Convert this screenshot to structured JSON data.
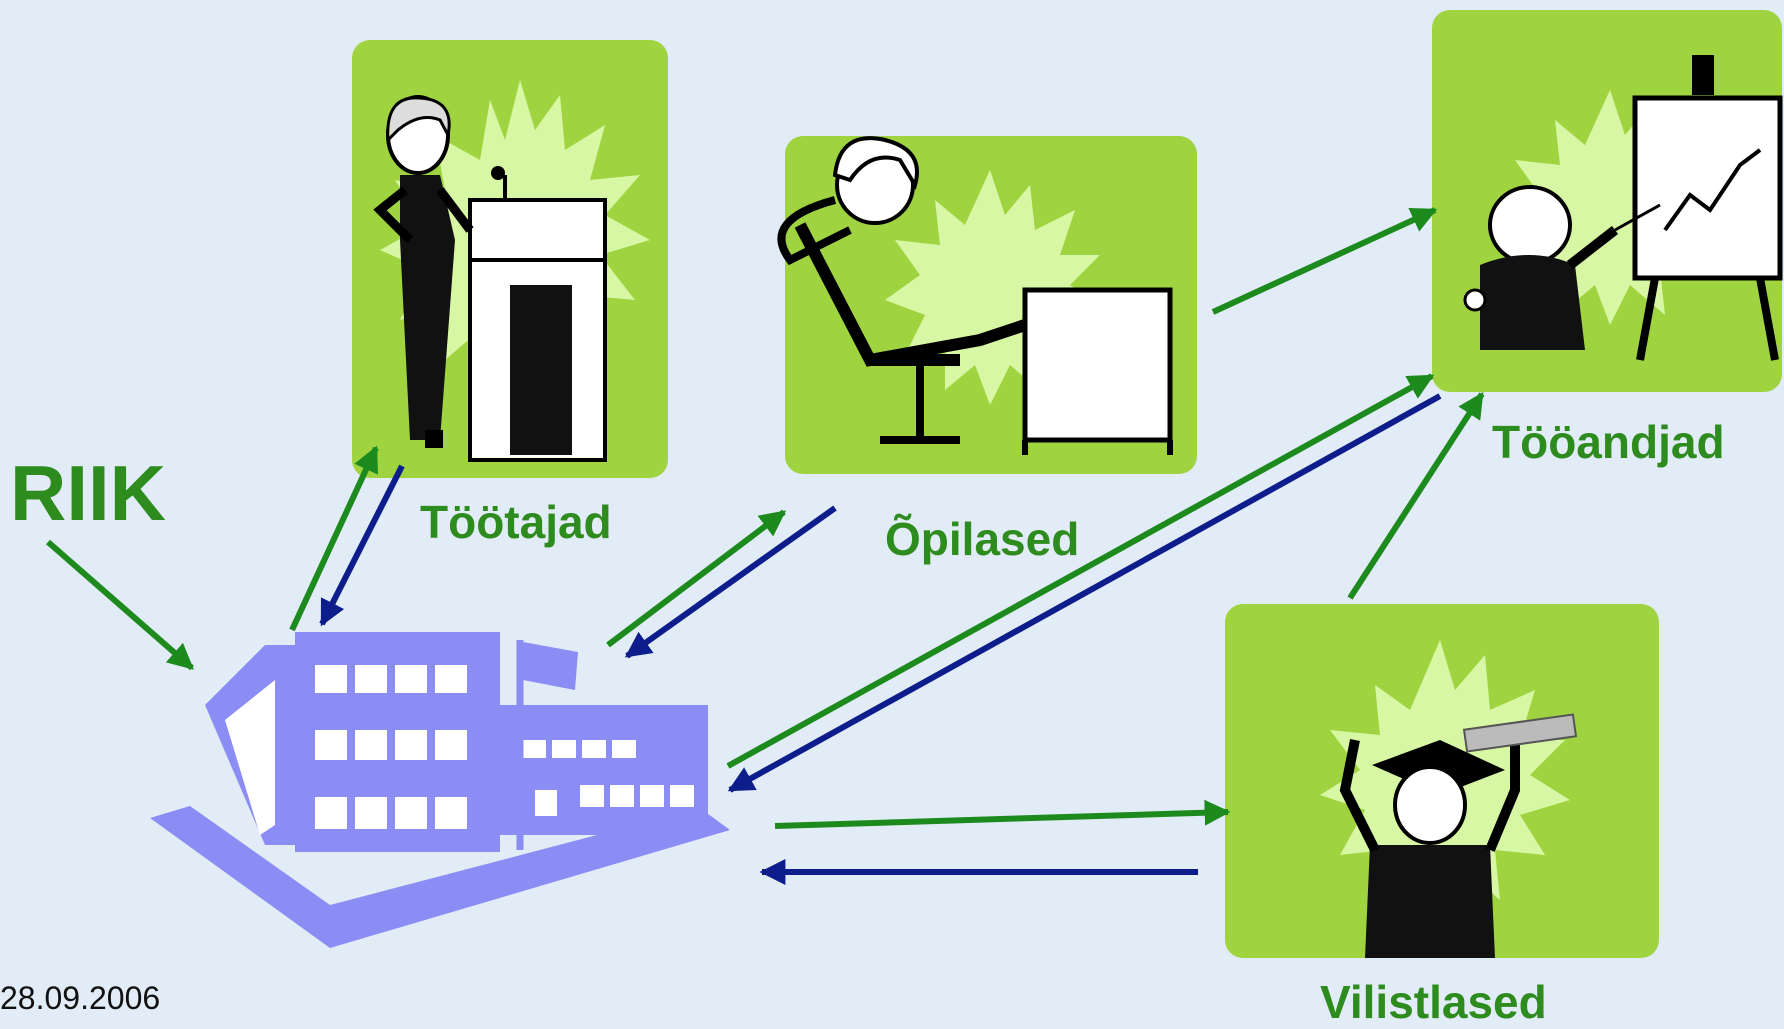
{
  "title": "RIIK",
  "date": "28.09.2006",
  "nodes": {
    "tootajad": "Töötajad",
    "opilased": "Õpilased",
    "tooandjad": "Tööandjad",
    "vilistlased": "Vilistlased"
  },
  "colors": {
    "background": "#e2ecf6",
    "card": "#9fd340",
    "burst": "#d8f7a4",
    "label": "#2e8b1e",
    "arrow_out": "#1d8a1d",
    "arrow_in": "#0d1e8c",
    "school": "#8c8cf5"
  }
}
